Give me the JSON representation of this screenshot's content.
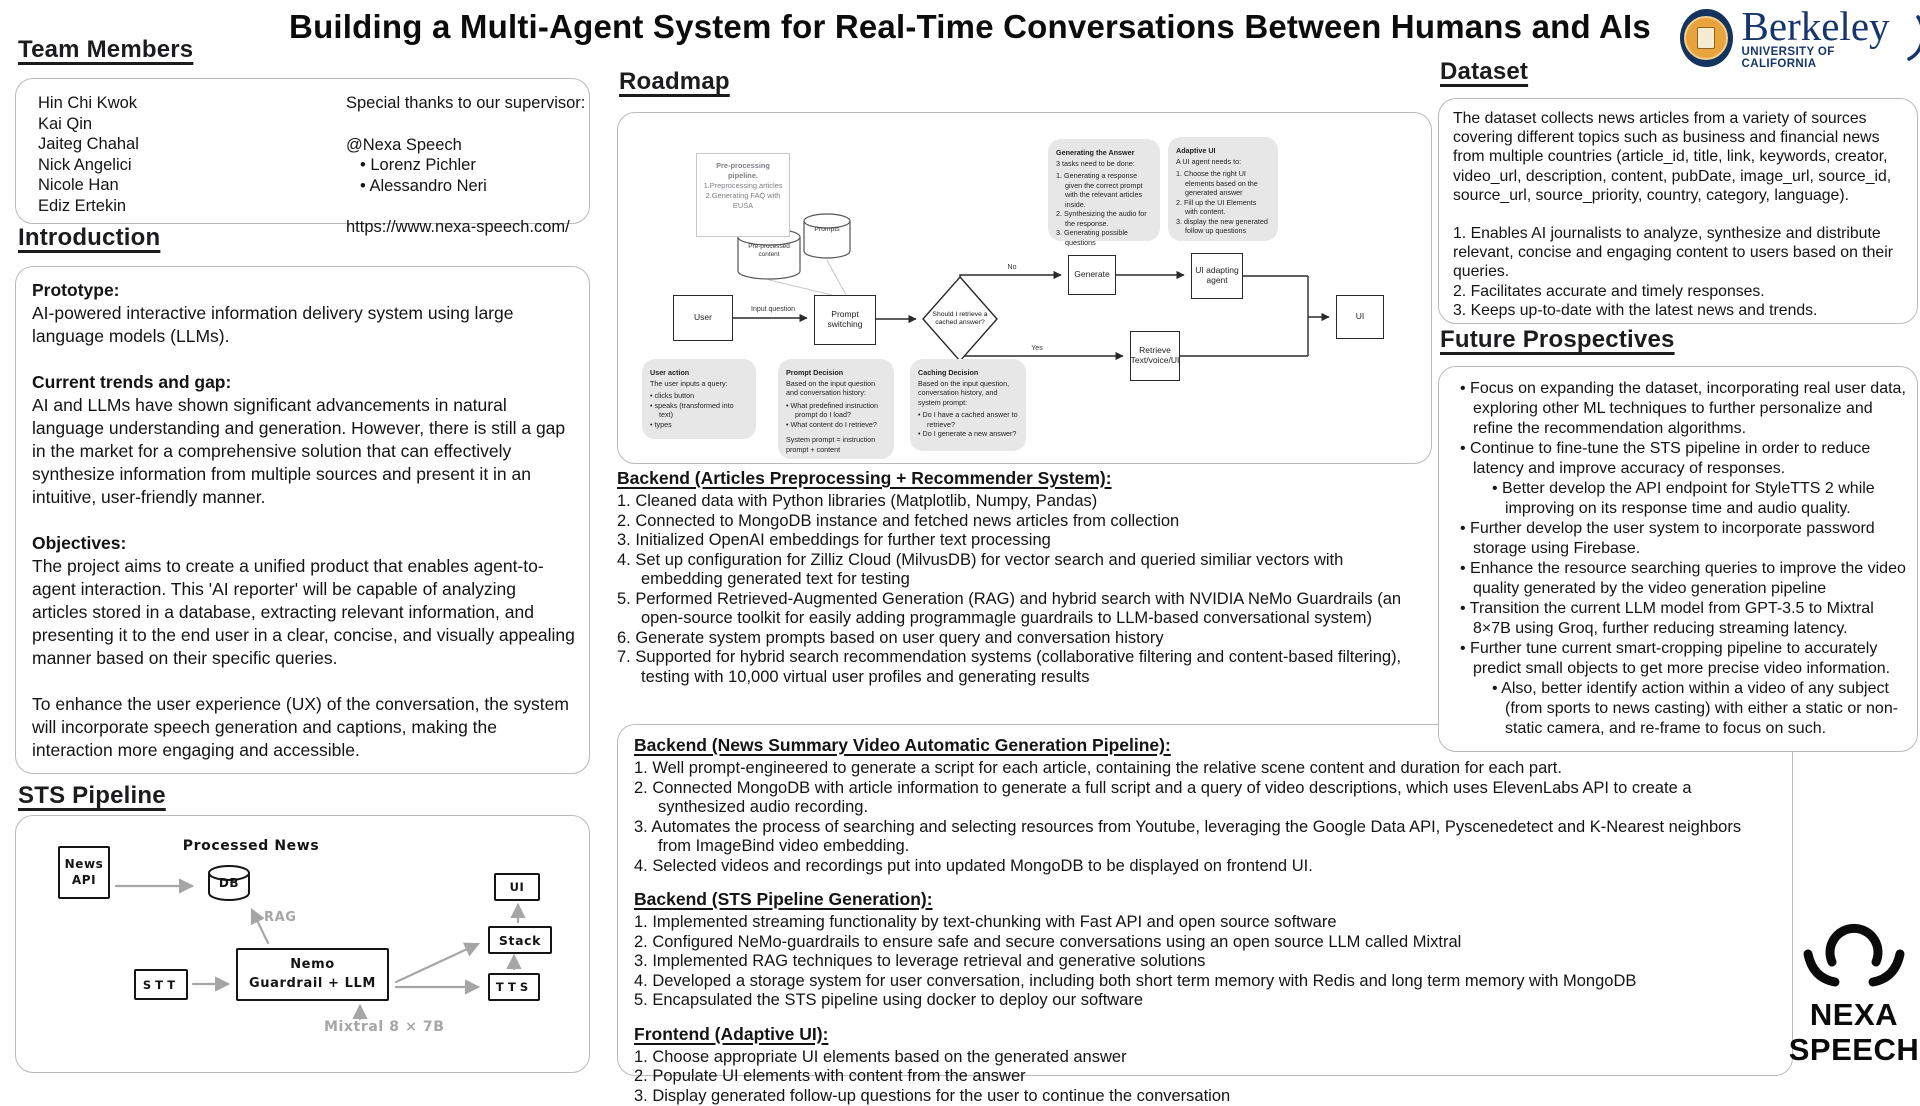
{
  "title": "Building a Multi-Agent System for Real-Time Conversations Between Humans and AIs",
  "berkeley": {
    "wordmark": "Berkeley",
    "subtitle": "UNIVERSITY OF CALIFORNIA"
  },
  "team": {
    "heading": "Team Members",
    "members": [
      "Hin Chi Kwok",
      "Kai Qin",
      "Jaiteg Chahal",
      "Nick Angelici",
      "Nicole Han",
      "Ediz Ertekin"
    ],
    "thanks_label": "Special thanks to our supervisor:",
    "org": "@Nexa Speech",
    "supervisors": [
      "Lorenz Pichler",
      "Alessandro Neri"
    ],
    "website": "https://www.nexa-speech.com/"
  },
  "introduction": {
    "heading": "Introduction",
    "blocks": [
      {
        "label": "Prototype:",
        "text": "AI-powered interactive information delivery system using large language models (LLMs)."
      },
      {
        "label": "Current trends and gap:",
        "text": "AI and LLMs have shown significant advancements in natural language understanding and generation. However, there is still a gap in the market for a comprehensive solution that can effectively synthesize information from multiple sources and present it in an intuitive, user-friendly manner."
      },
      {
        "label": "Objectives:",
        "text": "The project aims to create a unified product that enables agent-to-agent interaction. This 'AI reporter' will be capable of analyzing articles stored in a database, extracting relevant information, and presenting it to the end user in a clear, concise, and visually appealing manner based on their specific queries."
      },
      {
        "label": "",
        "text": "To enhance the user experience (UX) of the conversation, the system will incorporate speech generation and captions, making the interaction more engaging and accessible."
      }
    ]
  },
  "roadmap": {
    "heading": "Roadmap",
    "pre_note": {
      "title": "Pre-processing pipeline.",
      "items": [
        "1.Preprocessing articles",
        "2.Generating FAQ with EUSA"
      ]
    },
    "cylinders": {
      "preprocessed": "Pre-processed content",
      "prompts": "Prompts"
    },
    "nodes": {
      "user": "User",
      "prompt_switching": "Prompt switching",
      "decision": "Should I retrieve a cached answer?",
      "generate": "Generate",
      "ui_adapting": "UI adapting agent",
      "retrieve": "Retrieve Text/voice/UI",
      "ui": "UI"
    },
    "labels": {
      "input_question": "Input question",
      "no": "No",
      "yes": "Yes"
    },
    "notes": {
      "generating_answer": {
        "title": "Generating the Answer",
        "intro": "3 tasks need to be done:",
        "items": [
          "1. Generating a response given the correct prompt with the relevant articles inside.",
          "2. Synthesizing the audio for the response.",
          "3. Generating possible questions"
        ]
      },
      "adaptive_ui": {
        "title": "Adaptive UI",
        "intro": "A UI agent needs to:",
        "items": [
          "1. Choose the right UI elements based on the generated answer",
          "2. Fill up the UI Elements with content.",
          "3. display the new generated follow up questions"
        ]
      },
      "user_action": {
        "title": "User action",
        "intro": "The user inputs a query:",
        "items": [
          "clicks button",
          "speaks (transformed into text)",
          "types"
        ]
      },
      "prompt_decision": {
        "title": "Prompt Decision",
        "intro": "Based on the input question and conversation history:",
        "items": [
          "What predefined instruction prompt do I load?",
          "What content do I retrieve?"
        ],
        "footer": "System prompt = instruction prompt + content"
      },
      "caching_decision": {
        "title": "Caching Decision",
        "intro": "Based on the input question, conversation history, and system prompt:",
        "items": [
          "Do I have a cached answer to retrieve?",
          "Do I generate a new answer?"
        ]
      }
    }
  },
  "backend_articles": {
    "heading": "Backend (Articles Preprocessing + Recommender System):",
    "items": [
      "1. Cleaned data with Python libraries (Matplotlib, Numpy, Pandas)",
      "2. Connected to MongoDB instance and fetched news articles from collection",
      "3. Initialized OpenAI embeddings for further text processing",
      "4. Set up configuration for Zilliz Cloud (MilvusDB) for vector search and queried similiar vectors with embedding generated text for testing",
      "5. Performed Retrieved-Augmented Generation (RAG) and hybrid search with NVIDIA NeMo Guardrails (an open-source toolkit for easily adding programmagle guardrails to LLM-based conversational system)",
      "6. Generate system prompts based on user query and conversation history",
      "7. Supported for hybrid search recommendation systems (collaborative filtering and content-based filtering), testing with 10,000 virtual user profiles and generating results"
    ]
  },
  "backend_video": {
    "heading": "Backend (News Summary Video Automatic Generation Pipeline):",
    "items": [
      "1. Well prompt-engineered to generate a script for each article, containing the relative scene content and duration for each part.",
      "2. Connected MongoDB with article information to generate a full script and a query of video descriptions, which uses ElevenLabs API to create a synthesized audio recording.",
      "3. Automates the process of searching and selecting resources from Youtube, leveraging the Google Data API, Pyscenedetect and K-Nearest neighbors from ImageBind video embedding.",
      "4. Selected videos and recordings put into updated MongoDB to be displayed on frontend UI."
    ]
  },
  "backend_sts": {
    "heading": "Backend (STS Pipeline Generation):",
    "items": [
      "1. Implemented streaming functionality by text-chunking with Fast API and open source software",
      "2. Configured NeMo-guardrails to ensure safe and secure conversations using an open source LLM called Mixtral",
      "3. Implemented RAG techniques to leverage retrieval and generative solutions",
      "4. Developed a storage system for user conversation, including both short term memory with Redis and long term memory with MongoDB",
      "5. Encapsulated the STS pipeline using docker to deploy our software"
    ]
  },
  "frontend_ui": {
    "heading": "Frontend (Adaptive UI):",
    "items": [
      "1. Choose appropriate UI elements based on the generated answer",
      "2. Populate UI elements with content from the answer",
      "3. Display generated follow-up questions for the user to continue the conversation"
    ]
  },
  "sts": {
    "heading": "STS Pipeline",
    "labels": {
      "news_line1": "News",
      "news_line2": "API",
      "processed_news": "Processed  News",
      "db": "DB",
      "rag": "RAG",
      "stt": "STT",
      "nemo_line1": "Nemo",
      "nemo_line2": "Guardrail  + LLM",
      "mixtral": "Mixtral  8 × 7B",
      "ui": "UI",
      "stack": "Stack",
      "tts": "TTS"
    }
  },
  "dataset": {
    "heading": "Dataset",
    "paragraph": "The dataset collects news articles from a variety of sources covering different topics such as business and financial news from multiple countries (article_id, title, link, keywords, creator, video_url, description, content, pubDate, image_url, source_id, source_url, source_priority, country, category, language).",
    "items": [
      "1. Enables AI journalists to analyze, synthesize and distribute relevant, concise and engaging content to users based on their queries.",
      "2. Facilitates accurate and timely responses.",
      "3. Keeps up-to-date with the latest news and trends."
    ]
  },
  "future": {
    "heading": "Future Prospectives",
    "items": [
      {
        "t": "Focus on expanding the dataset, incorporating real user data, exploring other ML techniques to further personalize and refine the recommendation algorithms.",
        "lvl": 0
      },
      {
        "t": "Continue to fine-tune the STS pipeline in order to reduce latency and improve accuracy of responses.",
        "lvl": 0
      },
      {
        "t": "Better develop the API endpoint for StyleTTS 2 while improving on its response time and audio quality.",
        "lvl": 1
      },
      {
        "t": "Further develop the user system to incorporate password storage using Firebase.",
        "lvl": 0
      },
      {
        "t": "Enhance the resource searching queries to improve the video quality generated by the video generation pipeline",
        "lvl": 0
      },
      {
        "t": "Transition the current LLM model from GPT-3.5 to Mixtral 8×7B using Groq, further reducing streaming latency.",
        "lvl": 0
      },
      {
        "t": "Further tune current smart-cropping pipeline to accurately predict small objects to get more precise video information.",
        "lvl": 0
      },
      {
        "t": "Also, better identify action within a video of any subject (from sports to news casting) with either a static or non-static camera, and re-frame to focus on such.",
        "lvl": 1
      }
    ]
  },
  "nexa": {
    "line1": "NEXA",
    "line2": "SPEECH"
  }
}
